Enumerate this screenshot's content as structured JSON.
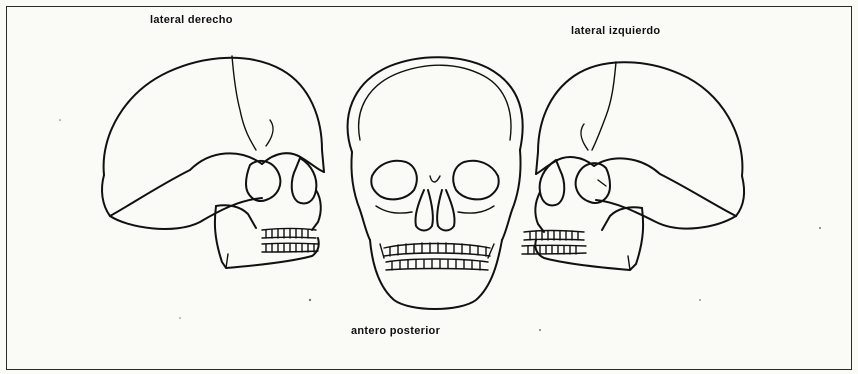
{
  "figure": {
    "labels": {
      "right_lateral": "lateral derecho",
      "left_lateral": "lateral izquierdo",
      "frontal": "antero posterior"
    }
  }
}
